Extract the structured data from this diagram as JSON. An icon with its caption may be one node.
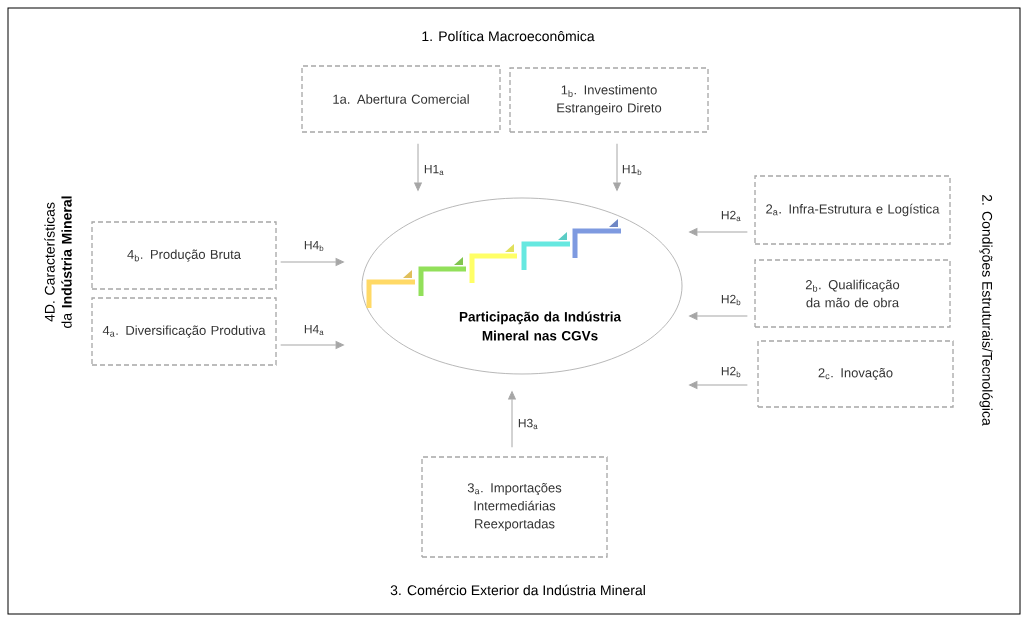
{
  "diagram": {
    "nodes": [
      {
        "text": [
          "Participação da Indústria Mineral nas CGVs"
        ]
      },
      {
        "text": [
          "1a. Abertura Comercial"
        ]
      },
      {
        "text": [
          "1$_{b}$. Investimento Estrangeiro Direto"
        ]
      },
      {
        "text": [
          "2$_{a}$. Infra-Estrutura e Logística"
        ]
      },
      {
        "text": [
          "2$_{b}$. Qualificação da mão de obra"
        ]
      },
      {
        "text": [
          "2$_{c}$. Inovação"
        ]
      },
      {
        "text": [
          "3$_{a}$. Importações Intermediárias Reexportadas"
        ]
      },
      {
        "text": [
          "4$_{b}$. Produção Bruta"
        ]
      },
      {
        "text": [
          "4$_{a}$. Diversificação Produtiva"
        ]
      }
    ],
    "edges": [
      {
        "from": 1,
        "to": 0,
        "arrow": "to",
        "label": "H1$_{a}$"
      },
      {
        "from": 2,
        "to": 0,
        "arrow": "to",
        "label": "H1$_{b}$"
      },
      {
        "from": 3,
        "to": 0,
        "arrow": "to",
        "label": "H2$_{a}$"
      },
      {
        "from": 4,
        "to": 0,
        "arrow": "to",
        "label": "H2$_{b}$"
      },
      {
        "from": 5,
        "to": 0,
        "arrow": "to",
        "label": "H2$_{b}$"
      },
      {
        "from": 6,
        "to": 0,
        "arrow": "to",
        "label": "H3$_{a}$"
      },
      {
        "from": 7,
        "to": 0,
        "arrow": "to",
        "label": "H4$_{b}$"
      },
      {
        "from": 8,
        "to": 0,
        "arrow": "to",
        "label": "H4$_{a}$"
      }
    ],
    "labels": [
      "1. Política Macroeconômica",
      "2. Condições Estruturais/Tecnológica",
      "4D. Características da **Indústria Mineral**",
      "3. Comércio Exterior da Indústria Mineral"
    ]
  }
}
